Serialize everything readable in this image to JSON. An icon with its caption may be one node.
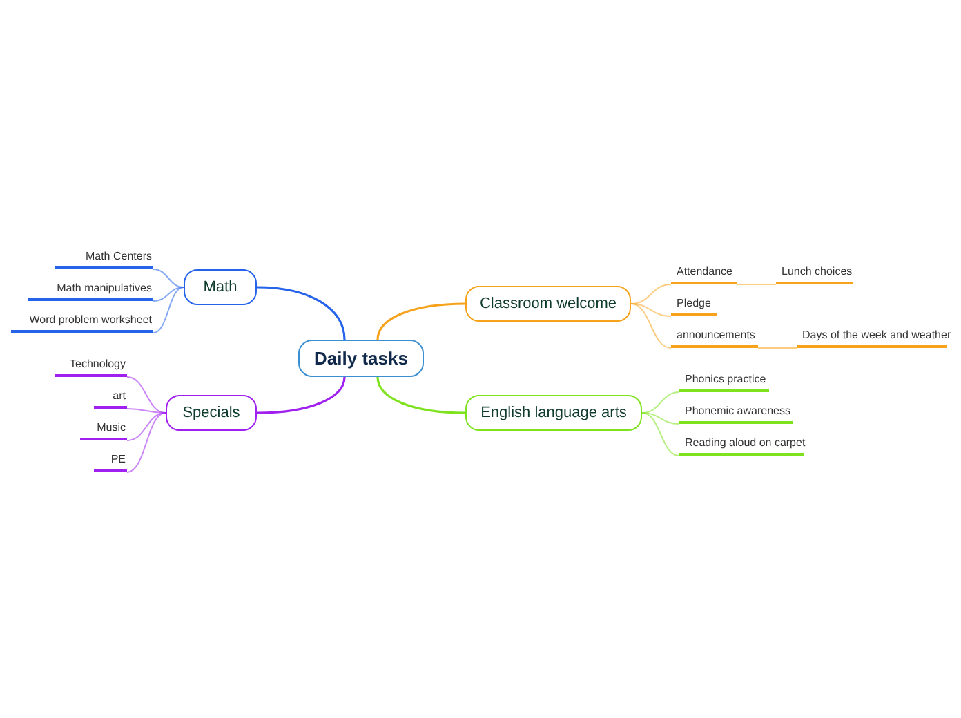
{
  "diagram": {
    "nodes": [
      {
        "text": [
          "Daily tasks"
        ]
      },
      {
        "text": [
          "Math"
        ]
      },
      {
        "text": [
          "Math Centers"
        ]
      },
      {
        "text": [
          "Math manipulatives"
        ]
      },
      {
        "text": [
          "Word problem worksheet"
        ]
      },
      {
        "text": [
          "Specials"
        ]
      },
      {
        "text": [
          "Technology"
        ]
      },
      {
        "text": [
          "art"
        ]
      },
      {
        "text": [
          "Music"
        ]
      },
      {
        "text": [
          "PE"
        ]
      },
      {
        "text": [
          "Classroom welcome"
        ]
      },
      {
        "text": [
          "Attendance"
        ]
      },
      {
        "text": [
          "Lunch choices"
        ]
      },
      {
        "text": [
          "Pledge"
        ]
      },
      {
        "text": [
          "announcements"
        ]
      },
      {
        "text": [
          "Days of the week and weather"
        ]
      },
      {
        "text": [
          "English language arts"
        ]
      },
      {
        "text": [
          "Phonics practice"
        ]
      },
      {
        "text": [
          "Phonemic awareness"
        ]
      },
      {
        "text": [
          "Reading aloud on carpet"
        ]
      }
    ],
    "edges": [
      {
        "from": 0,
        "to": 1,
        "arrow": "none",
        "color": "#2563eb"
      },
      {
        "from": 1,
        "to": 2,
        "arrow": "none",
        "color": "#2563eb"
      },
      {
        "from": 1,
        "to": 3,
        "arrow": "none",
        "color": "#2563eb"
      },
      {
        "from": 1,
        "to": 4,
        "arrow": "none",
        "color": "#2563eb"
      },
      {
        "from": 0,
        "to": 5,
        "arrow": "none",
        "color": "#a020f0"
      },
      {
        "from": 5,
        "to": 6,
        "arrow": "none",
        "color": "#a020f0"
      },
      {
        "from": 5,
        "to": 7,
        "arrow": "none",
        "color": "#a020f0"
      },
      {
        "from": 5,
        "to": 8,
        "arrow": "none",
        "color": "#a020f0"
      },
      {
        "from": 5,
        "to": 9,
        "arrow": "none",
        "color": "#a020f0"
      },
      {
        "from": 0,
        "to": 10,
        "arrow": "none",
        "color": "#f7a21b"
      },
      {
        "from": 10,
        "to": 11,
        "arrow": "none",
        "color": "#f7a21b"
      },
      {
        "from": 11,
        "to": 12,
        "arrow": "none",
        "color": "#f7a21b"
      },
      {
        "from": 10,
        "to": 13,
        "arrow": "none",
        "color": "#f7a21b"
      },
      {
        "from": 10,
        "to": 14,
        "arrow": "none",
        "color": "#f7a21b"
      },
      {
        "from": 14,
        "to": 15,
        "arrow": "none",
        "color": "#f7a21b"
      },
      {
        "from": 0,
        "to": 16,
        "arrow": "none",
        "color": "#7ee21f"
      },
      {
        "from": 16,
        "to": 17,
        "arrow": "none",
        "color": "#7ee21f"
      },
      {
        "from": 16,
        "to": 18,
        "arrow": "none",
        "color": "#7ee21f"
      },
      {
        "from": 16,
        "to": 19,
        "arrow": "none",
        "color": "#7ee21f"
      }
    ]
  }
}
